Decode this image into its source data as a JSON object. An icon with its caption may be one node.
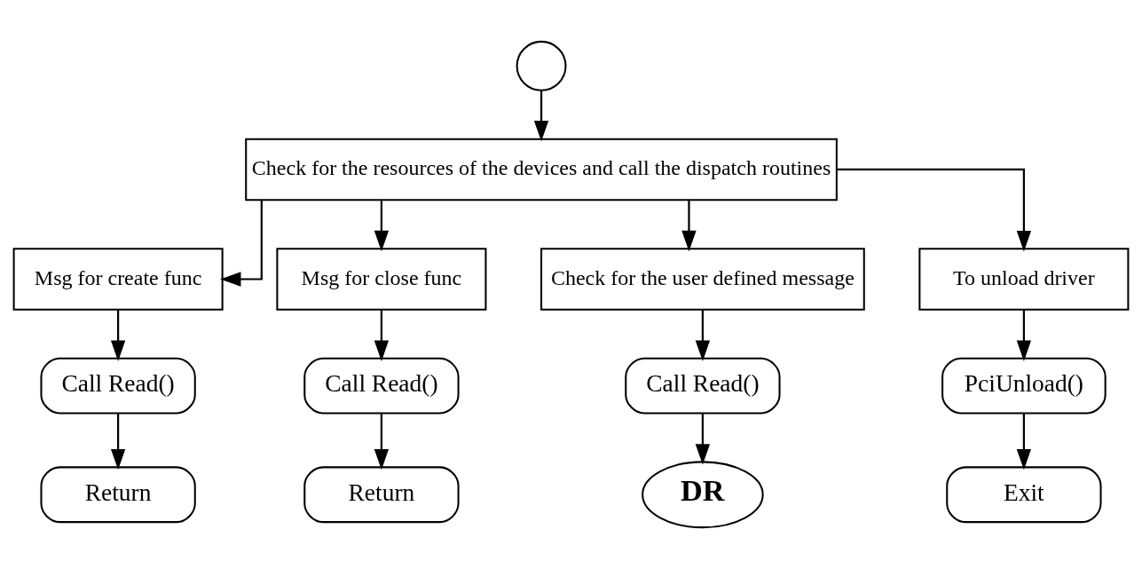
{
  "diagram": {
    "nodes": [
      {
        "text": [],
        "shape": "circle"
      },
      {
        "text": [
          "Check for the resources of the devices and call the dispatch routines"
        ]
      },
      {
        "text": [
          "Msg for create func"
        ]
      },
      {
        "text": [
          "Msg for close func"
        ]
      },
      {
        "text": [
          "Check for the user defined message"
        ]
      },
      {
        "text": [
          "To unload driver"
        ]
      },
      {
        "text": [
          "Call Read()"
        ]
      },
      {
        "text": [
          "Call Read()"
        ]
      },
      {
        "text": [
          "Call Read()"
        ]
      },
      {
        "text": [
          "PciUnload()"
        ]
      },
      {
        "text": [
          "Return"
        ]
      },
      {
        "text": [
          "Return"
        ]
      },
      {
        "text": [
          "DR"
        ]
      },
      {
        "text": [
          "Exit"
        ]
      }
    ],
    "edges": [
      {
        "from": 0,
        "to": 1,
        "arrow": "to"
      },
      {
        "from": 1,
        "to": 2,
        "arrow": "to"
      },
      {
        "from": 1,
        "to": 3,
        "arrow": "to"
      },
      {
        "from": 1,
        "to": 4,
        "arrow": "to"
      },
      {
        "from": 1,
        "to": 5,
        "arrow": "to"
      },
      {
        "from": 2,
        "to": 6,
        "arrow": "to"
      },
      {
        "from": 3,
        "to": 7,
        "arrow": "to"
      },
      {
        "from": 4,
        "to": 8,
        "arrow": "to"
      },
      {
        "from": 5,
        "to": 9,
        "arrow": "to"
      },
      {
        "from": 6,
        "to": 10,
        "arrow": "to"
      },
      {
        "from": 7,
        "to": 11,
        "arrow": "to"
      },
      {
        "from": 8,
        "to": 12,
        "arrow": "to"
      },
      {
        "from": 9,
        "to": 13,
        "arrow": "to"
      }
    ]
  }
}
